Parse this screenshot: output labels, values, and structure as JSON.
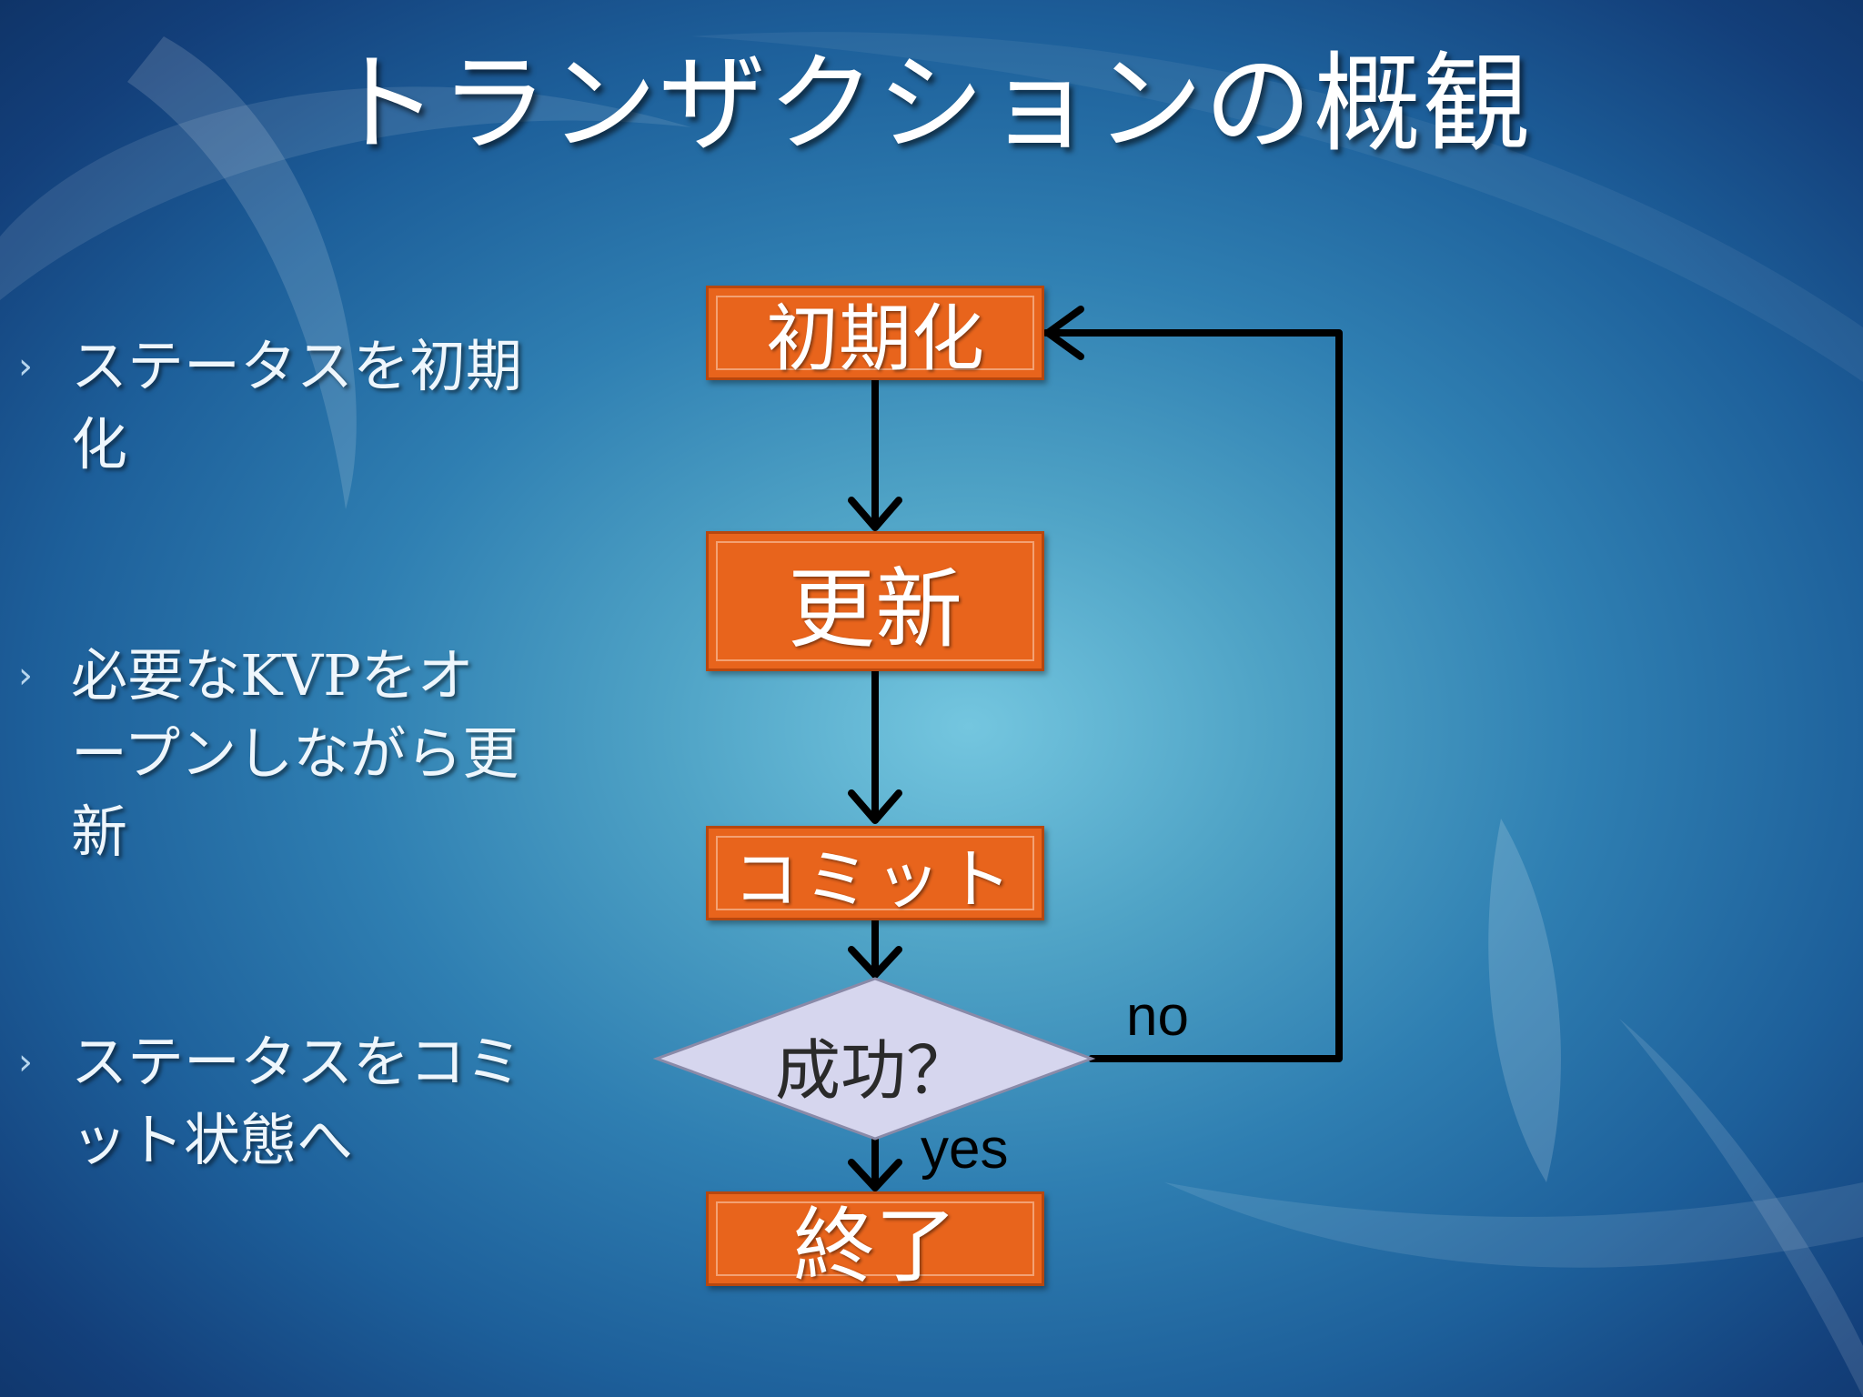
{
  "slide": {
    "title": "トランザクションの概観"
  },
  "bullets": [
    {
      "marker": "›",
      "text": "ステータスを初期化"
    },
    {
      "marker": "›",
      "text": "必要なKVPをオープンしながら更新"
    },
    {
      "marker": "›",
      "text": "ステータスをコミット状態へ"
    }
  ],
  "flowchart": {
    "nodes": {
      "init": "初期化",
      "update": "更新",
      "commit": "コミット",
      "decision": "成功？",
      "end": "終了"
    },
    "edge_labels": {
      "no": "no",
      "yes": "yes"
    }
  },
  "colors": {
    "box_fill": "#e8641c",
    "diamond_fill": "#d6d6ee",
    "arrow": "#000000",
    "text": "#ffffff"
  }
}
